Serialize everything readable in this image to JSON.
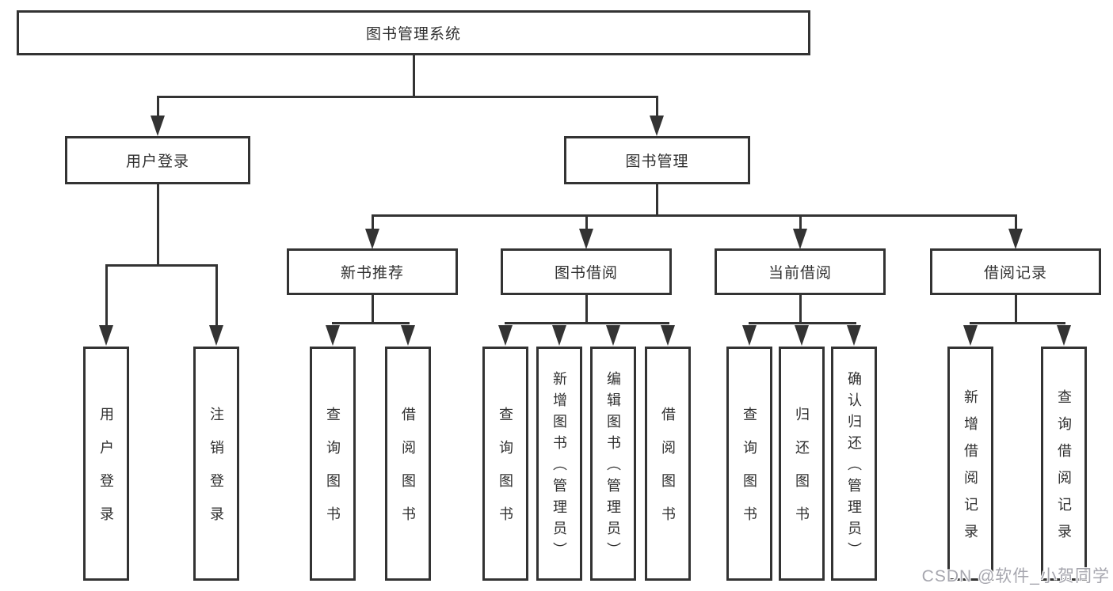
{
  "diagram": {
    "root": {
      "label": "图书管理系统"
    },
    "branches": [
      {
        "label": "用户登录",
        "children": [
          {
            "label": "用户登录"
          },
          {
            "label": "注销登录"
          }
        ]
      },
      {
        "label": "图书管理",
        "children": [
          {
            "label": "新书推荐",
            "children": [
              {
                "label": "查询图书"
              },
              {
                "label": "借阅图书"
              }
            ]
          },
          {
            "label": "图书借阅",
            "children": [
              {
                "label": "查询图书"
              },
              {
                "label": "新增图书（管理员）"
              },
              {
                "label": "编辑图书（管理员）"
              },
              {
                "label": "借阅图书"
              }
            ]
          },
          {
            "label": "当前借阅",
            "children": [
              {
                "label": "查询图书"
              },
              {
                "label": "归还图书"
              },
              {
                "label": "确认归还（管理员）"
              }
            ]
          },
          {
            "label": "借阅记录",
            "children": [
              {
                "label": "新增借阅记录"
              },
              {
                "label": "查询借阅记录"
              }
            ]
          }
        ]
      }
    ]
  },
  "watermark": {
    "text": "CSDN @软件_小贺同学"
  },
  "colors": {
    "line": "#333333",
    "text": "#2f2f2f",
    "background": "#ffffff",
    "watermark": "#a6a6ae"
  }
}
